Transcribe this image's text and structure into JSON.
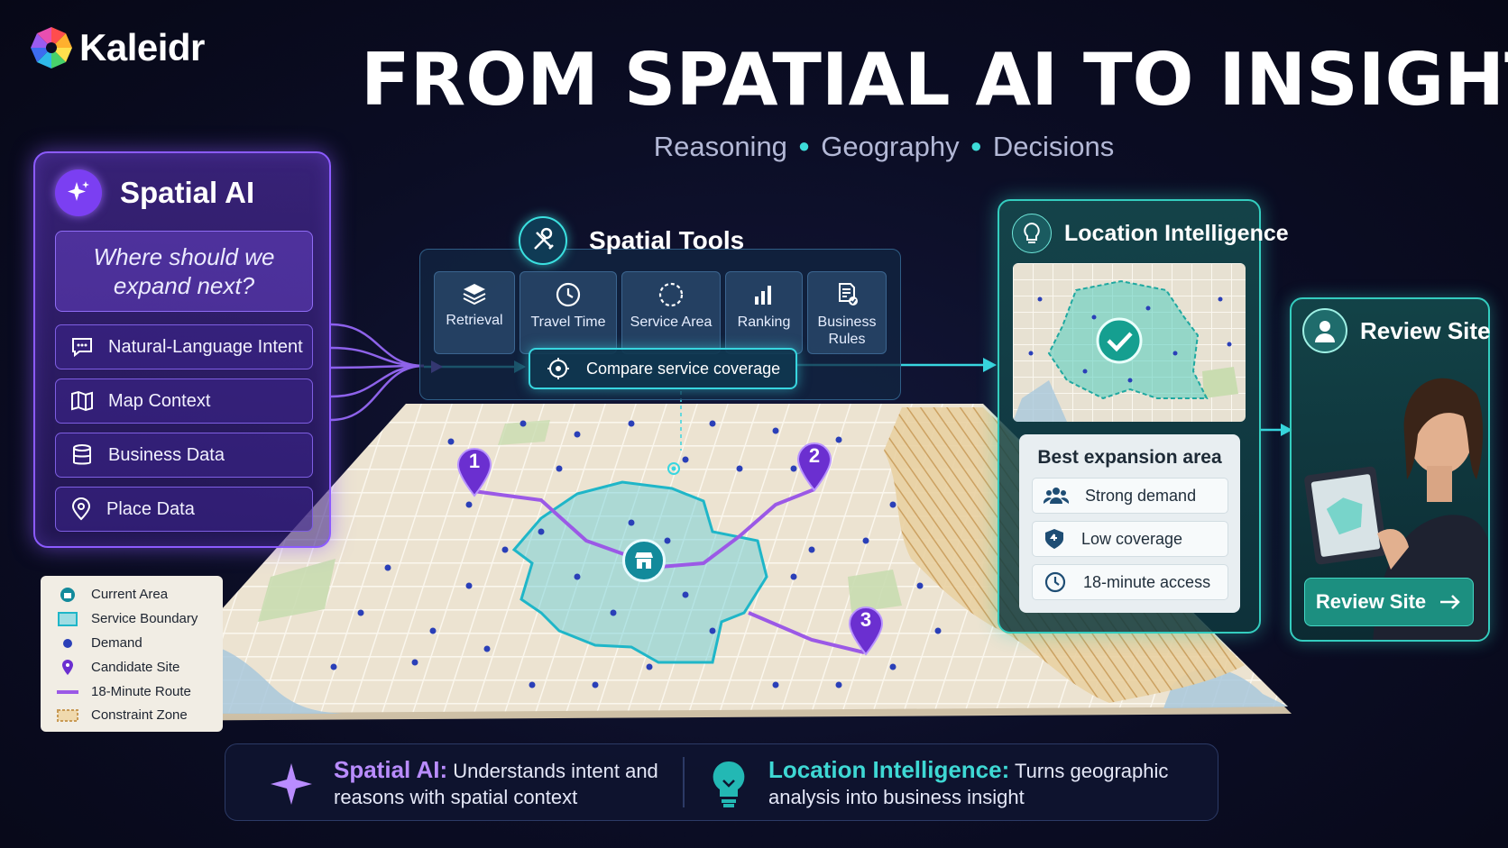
{
  "brand": {
    "name": "Kaleidr"
  },
  "title": "FROM SPATIAL AI TO INSIGHT",
  "subtitle": {
    "items": [
      "Reasoning",
      "Geography",
      "Decisions"
    ]
  },
  "spatial_ai": {
    "title": "Spatial AI",
    "query": "Where should we expand next?",
    "inputs": [
      {
        "label": "Natural-Language Intent",
        "icon": "chat-icon"
      },
      {
        "label": "Map Context",
        "icon": "map-icon"
      },
      {
        "label": "Business Data",
        "icon": "database-icon"
      },
      {
        "label": "Place Data",
        "icon": "pin-icon"
      }
    ]
  },
  "spatial_tools": {
    "title": "Spatial Tools",
    "tools": [
      {
        "label": "Retrieval",
        "icon": "layers-icon"
      },
      {
        "label": "Travel Time",
        "icon": "clock-icon"
      },
      {
        "label": "Service Area",
        "icon": "dashed-circle-icon"
      },
      {
        "label": "Ranking",
        "icon": "bar-chart-icon"
      },
      {
        "label": "Business Rules",
        "icon": "document-check-icon"
      }
    ],
    "action": "Compare service coverage"
  },
  "map": {
    "candidates": [
      "1",
      "2",
      "3"
    ]
  },
  "location_intelligence": {
    "title": "Location Intelligence",
    "result_title": "Best expansion area",
    "findings": [
      {
        "label": "Strong demand",
        "icon": "people-icon"
      },
      {
        "label": "Low coverage",
        "icon": "shield-icon"
      },
      {
        "label": "18-minute access",
        "icon": "clock-icon"
      }
    ]
  },
  "review_site": {
    "title": "Review Site",
    "button": "Review Site"
  },
  "legend": {
    "items": [
      {
        "label": "Current Area"
      },
      {
        "label": "Service Boundary"
      },
      {
        "label": "Demand"
      },
      {
        "label": "Candidate Site"
      },
      {
        "label": "18-Minute Route"
      },
      {
        "label": "Constraint Zone"
      }
    ]
  },
  "footer": {
    "ai_key": "Spatial AI:",
    "ai_text_1": "Understands intent and",
    "ai_text_2": "reasons with spatial context",
    "li_key": "Location Intelligence:",
    "li_text_1": "Turns geographic",
    "li_text_2": "analysis into business insight"
  },
  "colors": {
    "accent_purple": "#8c5bff",
    "accent_cyan": "#38d6e0",
    "accent_teal": "#34cdbf",
    "background": "#0b0d24"
  }
}
